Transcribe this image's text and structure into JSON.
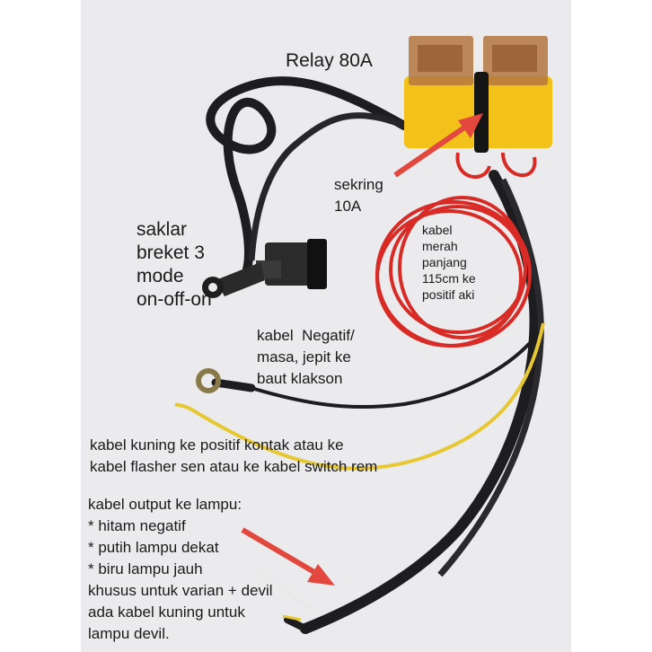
{
  "labels": {
    "relay": "Relay 80A",
    "fuse_line1": "sekring",
    "fuse_line2": "10A",
    "switch": [
      "saklar",
      "breket 3",
      "mode",
      "on-off-on"
    ],
    "red_cable": [
      "kabel",
      "merah",
      "panjang",
      "115cm ke",
      "positif aki"
    ],
    "ground_cable": [
      "kabel  Negatif/",
      "masa, jepit ke",
      "baut klakson"
    ],
    "yellow_cable": [
      "kabel kuning ke positif kontak atau ke",
      "kabel flasher sen atau ke kabel switch rem"
    ],
    "output": [
      "kabel output ke lampu:",
      "* hitam negatif",
      "* putih lampu dekat",
      "* biru lampu jauh",
      "khusus untuk varian + devil",
      "ada kabel kuning untuk",
      "lampu devil."
    ]
  },
  "colors": {
    "background": "#ebebed",
    "relay_body": "#f2c21b",
    "relay_cap": "#b5773e",
    "red_wire": "#d92b26",
    "yellow_wire": "#e8c832",
    "black_wire": "#1d1d1f",
    "arrow": "#e2483d"
  }
}
